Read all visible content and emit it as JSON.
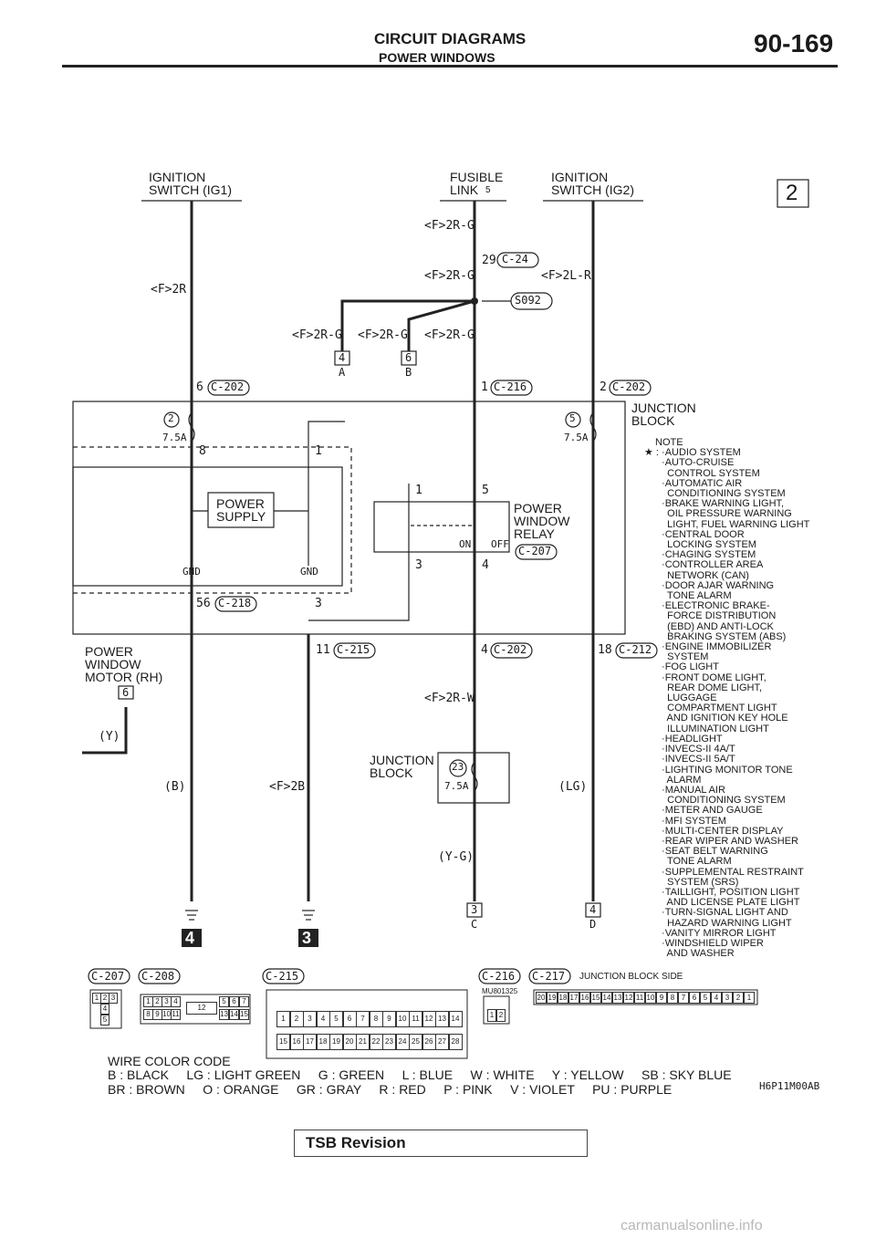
{
  "header": {
    "title": "CIRCUIT DIAGRAMS",
    "subtitle": "POWER WINDOWS",
    "page_number": "90-169"
  },
  "page_badge": "2",
  "sources": {
    "ig1": "IGNITION\nSWITCH (IG1)",
    "fusible": "FUSIBLE\nLINK",
    "fusible_no": "5",
    "ig2": "IGNITION\nSWITCH (IG2)"
  },
  "wires": {
    "w1": "<F>2R",
    "w2": "<F>2R-G",
    "w3": "<F>2R-G",
    "w4": "<F>2L-R",
    "w5": "<F>2R-G",
    "w6": "<F>2R-G",
    "w7": "<F>2R-G",
    "w8": "<F>2R-W",
    "w9": "(Y)",
    "w10": "(B)",
    "w11": "<F>2B",
    "w12": "(LG)",
    "w13": "(Y-G)"
  },
  "connectors": {
    "c24": "C-24",
    "s092": "S092",
    "c202": "C-202",
    "c216": "C-216",
    "c218": "C-218",
    "c215": "C-215",
    "c207": "C-207",
    "c212": "C-212",
    "c208": "C-208",
    "c217": "C-217"
  },
  "pins": {
    "p29": "29",
    "p6": "6",
    "p1": "1",
    "p2": "2",
    "p8": "8",
    "p1b": "1",
    "p1c": "1",
    "p5": "5",
    "p3": "3",
    "p4": "4",
    "p56": "56",
    "p3b": "3",
    "p11": "11",
    "p4b": "4",
    "p18": "18"
  },
  "splices": {
    "a_num": "4",
    "a_let": "A",
    "b_num": "6",
    "b_let": "B",
    "c_num": "3",
    "c_let": "C",
    "d_num": "4",
    "d_let": "D",
    "m_num": "6"
  },
  "fuses": {
    "f2": "2",
    "f2_rating": "7.5A",
    "f5": "5",
    "f5_rating": "7.5A",
    "f23": "23",
    "f23_rating": "7.5A"
  },
  "junction_block": "JUNCTION\nBLOCK",
  "junction_block2": "JUNCTION\nBLOCK",
  "power_supply": "POWER\nSUPPLY",
  "gnd1": "GND",
  "gnd2": "GND",
  "relay": {
    "label": "POWER\nWINDOW\nRELAY",
    "on": "ON",
    "off": "OFF"
  },
  "motor": "POWER\nWINDOW\nMOTOR (RH)",
  "ground_refs": {
    "g4": "4",
    "g3": "3"
  },
  "note": {
    "title": "NOTE",
    "star": "★ : ",
    "items": [
      "·AUDIO SYSTEM",
      "·AUTO-CRUISE\n  CONTROL SYSTEM",
      "·AUTOMATIC AIR\n  CONDITIONING SYSTEM",
      "·BRAKE WARNING LIGHT,\n  OIL PRESSURE WARNING\n  LIGHT, FUEL WARNING LIGHT",
      "·CENTRAL DOOR\n  LOCKING SYSTEM",
      "·CHAGING SYSTEM",
      "·CONTROLLER AREA\n  NETWORK (CAN)",
      "·DOOR AJAR WARNING\n  TONE ALARM",
      "·ELECTRONIC BRAKE-\n  FORCE DISTRIBUTION\n  (EBD) AND ANTI-LOCK\n  BRAKING SYSTEM (ABS)",
      "·ENGINE IMMOBILIZER\n  SYSTEM",
      "·FOG LIGHT",
      "·FRONT DOME LIGHT,\n  REAR DOME LIGHT,\n  LUGGAGE\n  COMPARTMENT LIGHT\n  AND IGNITION KEY HOLE\n  ILLUMINATION LIGHT",
      "·HEADLIGHT",
      "·INVECS-II 4A/T",
      "·INVECS-II 5A/T",
      "·LIGHTING MONITOR TONE\n  ALARM",
      "·MANUAL AIR\n  CONDITIONING SYSTEM",
      "·METER AND GAUGE",
      "·MFI SYSTEM",
      "·MULTI-CENTER DISPLAY",
      "·REAR WIPER AND WASHER",
      "·SEAT BELT WARNING\n  TONE ALARM",
      "·SUPPLEMENTAL RESTRAINT\n  SYSTEM (SRS)",
      "·TAILLIGHT, POSITION LIGHT\n  AND LICENSE PLATE LIGHT",
      "·TURN-SIGNAL LIGHT AND\n  HAZARD WARNING LIGHT",
      "·VANITY MIRROR LIGHT",
      "·WINDSHIELD WIPER\n  AND WASHER"
    ]
  },
  "conn_views": {
    "c207_pins": [
      "1",
      "2",
      "3",
      "4",
      "5"
    ],
    "c208_top": [
      "1",
      "2",
      "3",
      "4",
      "5",
      "6",
      "7"
    ],
    "c208_bot": [
      "8",
      "9",
      "10",
      "11",
      "13",
      "14",
      "15"
    ],
    "c208_mid": "12",
    "c215_top": [
      "1",
      "2",
      "3",
      "4",
      "5",
      "6",
      "7",
      "8",
      "9",
      "10",
      "11",
      "12",
      "13",
      "14"
    ],
    "c215_bot": [
      "15",
      "16",
      "17",
      "18",
      "19",
      "20",
      "21",
      "22",
      "23",
      "24",
      "25",
      "26",
      "27",
      "28"
    ],
    "mu_code": "MU801325",
    "c216_pins": [
      "1",
      "2"
    ],
    "jb_side": "JUNCTION BLOCK SIDE",
    "c217_pins": [
      "20",
      "19",
      "18",
      "17",
      "16",
      "15",
      "14",
      "13",
      "12",
      "11",
      "10",
      "9",
      "8",
      "7",
      "6",
      "5",
      "4",
      "3",
      "2",
      "1"
    ]
  },
  "wire_color": {
    "title": "WIRE COLOR CODE",
    "line1": "B : BLACK     LG : LIGHT GREEN     G : GREEN     L : BLUE     W : WHITE     Y : YELLOW     SB : SKY BLUE",
    "line2": "BR : BROWN     O : ORANGE     GR : GRAY     R : RED     P : PINK     V : VIOLET     PU : PURPLE"
  },
  "figure_code": "H6P11M00AB",
  "tsb": "TSB Revision",
  "watermark": "carmanualsonline.info"
}
